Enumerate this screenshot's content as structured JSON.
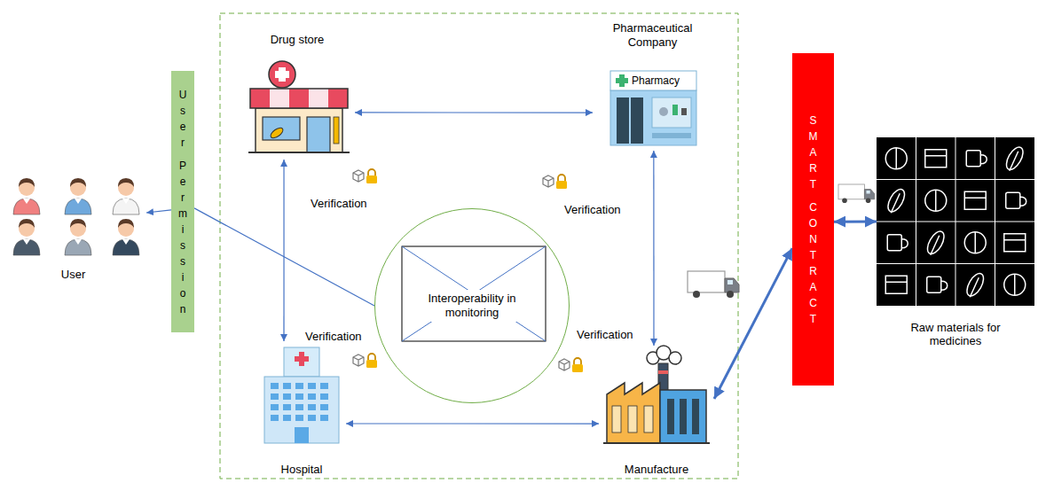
{
  "diagram": {
    "nodes": [
      {
        "text": [
          "Drug store"
        ]
      },
      {
        "text": [
          "Pharmaceutical Company"
        ]
      },
      {
        "text": [
          "User Permission"
        ]
      },
      {
        "text": [
          "User"
        ]
      },
      {
        "text": [
          "Interoperability in monitoring"
        ]
      },
      {
        "text": [
          "SMART CONTRACT"
        ]
      },
      {
        "text": [
          "Raw materials for medicines"
        ]
      },
      {
        "text": [
          "Hospital"
        ]
      },
      {
        "text": [
          "Manufacture"
        ]
      }
    ],
    "edges": [
      {
        "from": 0,
        "to": 1,
        "arrow": "both"
      },
      {
        "from": 0,
        "to": 7,
        "arrow": "both"
      },
      {
        "from": 1,
        "to": 8,
        "arrow": "both"
      },
      {
        "from": 7,
        "to": 8,
        "arrow": "both"
      },
      {
        "from": 4,
        "to": 2,
        "arrow": "none"
      },
      {
        "from": 2,
        "to": 3,
        "arrow": "to"
      },
      {
        "from": 8,
        "to": 5,
        "arrow": "both"
      },
      {
        "from": 5,
        "to": 6,
        "arrow": "both"
      }
    ],
    "labels": [
      "Pharmacy",
      "Verification",
      "Verification",
      "Verification",
      "Verification"
    ]
  }
}
